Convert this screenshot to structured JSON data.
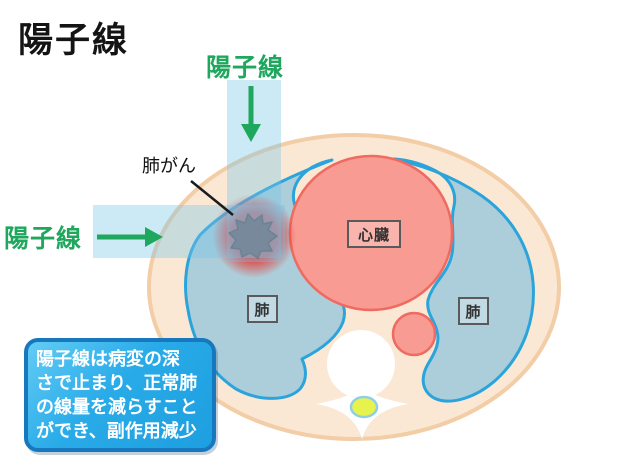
{
  "title": "陽子線",
  "beams": {
    "vertical_label": "陽子線",
    "horizontal_label": "陽子線"
  },
  "anatomy": {
    "tumor_label": "肺がん",
    "heart_label": "心臓",
    "left_lung_label": "肺",
    "right_lung_label": "肺"
  },
  "callout": {
    "full_text": "陽子線は病変の深さで止まり、正常肺の線量を減らすことができ、副作用減少",
    "lines": [
      "陽子線は病変の深",
      "さで止まり、正常肺",
      "の線量を減らすこと",
      "ができ、副作用減少"
    ]
  },
  "colors": {
    "title-color": "#141414",
    "green": "#1FA75D",
    "beam": "rgba(120,198,232,0.38)",
    "body-fill": "#FBE8D4",
    "body-stroke": "#F2CDA6",
    "lung-fill": "#ACCEDA",
    "lung-stroke": "#2BA4DC",
    "heart-fill": "#F79B93",
    "heart-stroke": "#EF6A60",
    "tumor-fill": "#752A23",
    "tumor-stroke": "#541A14",
    "glow": "#E9302A",
    "callout-bg": "#29ABE8",
    "callout-border": "#1778BE",
    "cord-yellow": "#E8F24C",
    "label-border": "#5A5A5A"
  }
}
